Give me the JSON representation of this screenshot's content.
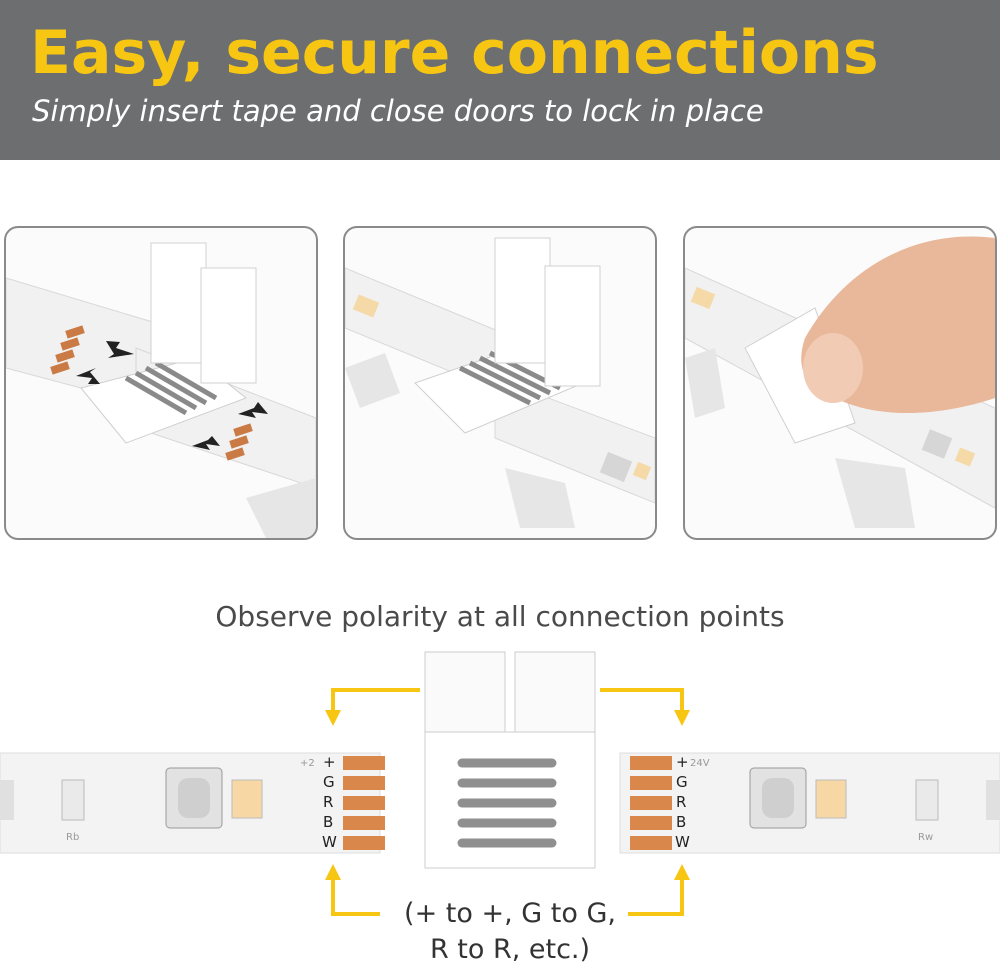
{
  "banner": {
    "headline": "Easy, secure connections",
    "subline": "Simply insert tape and close doors to lock in place",
    "background_color": "#6d6e70",
    "headline_color": "#f7c613"
  },
  "diagram": {
    "caption": "Observe polarity at all connection points",
    "note_line1": "(+ to +, G to G,",
    "note_line2": "R to R, etc.)",
    "pins": [
      "+",
      "G",
      "R",
      "B",
      "W"
    ],
    "arrow_color": "#f7c613",
    "pad_color": "#d9874a"
  }
}
